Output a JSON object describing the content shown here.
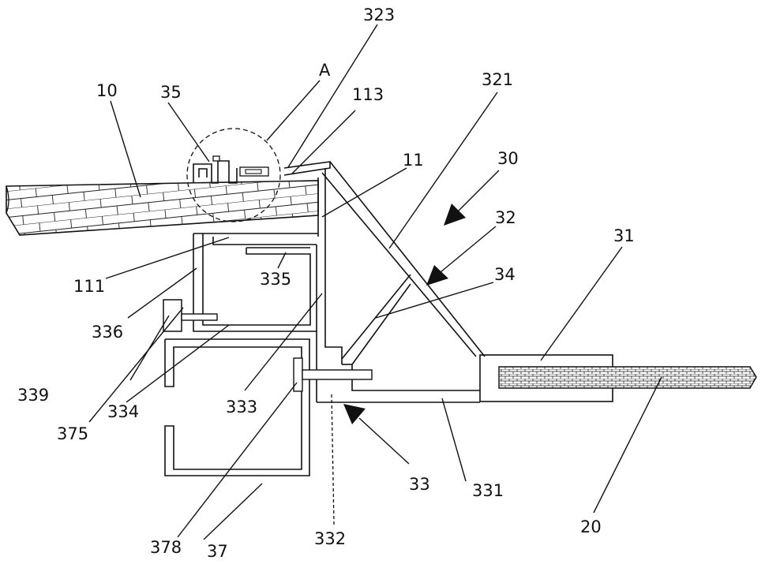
{
  "labels": {
    "l323": "323",
    "lA": "A",
    "l321": "321",
    "l10": "10",
    "l35": "35",
    "l113": "113",
    "l11": "11",
    "l30": "30",
    "l32": "32",
    "l31": "31",
    "l34": "34",
    "l111": "111",
    "l335": "335",
    "l336": "336",
    "l339": "339",
    "l334": "334",
    "l333": "333",
    "l375": "375",
    "l33": "33",
    "l331": "331",
    "l20": "20",
    "l378": "378",
    "l37": "37",
    "l332": "332"
  }
}
